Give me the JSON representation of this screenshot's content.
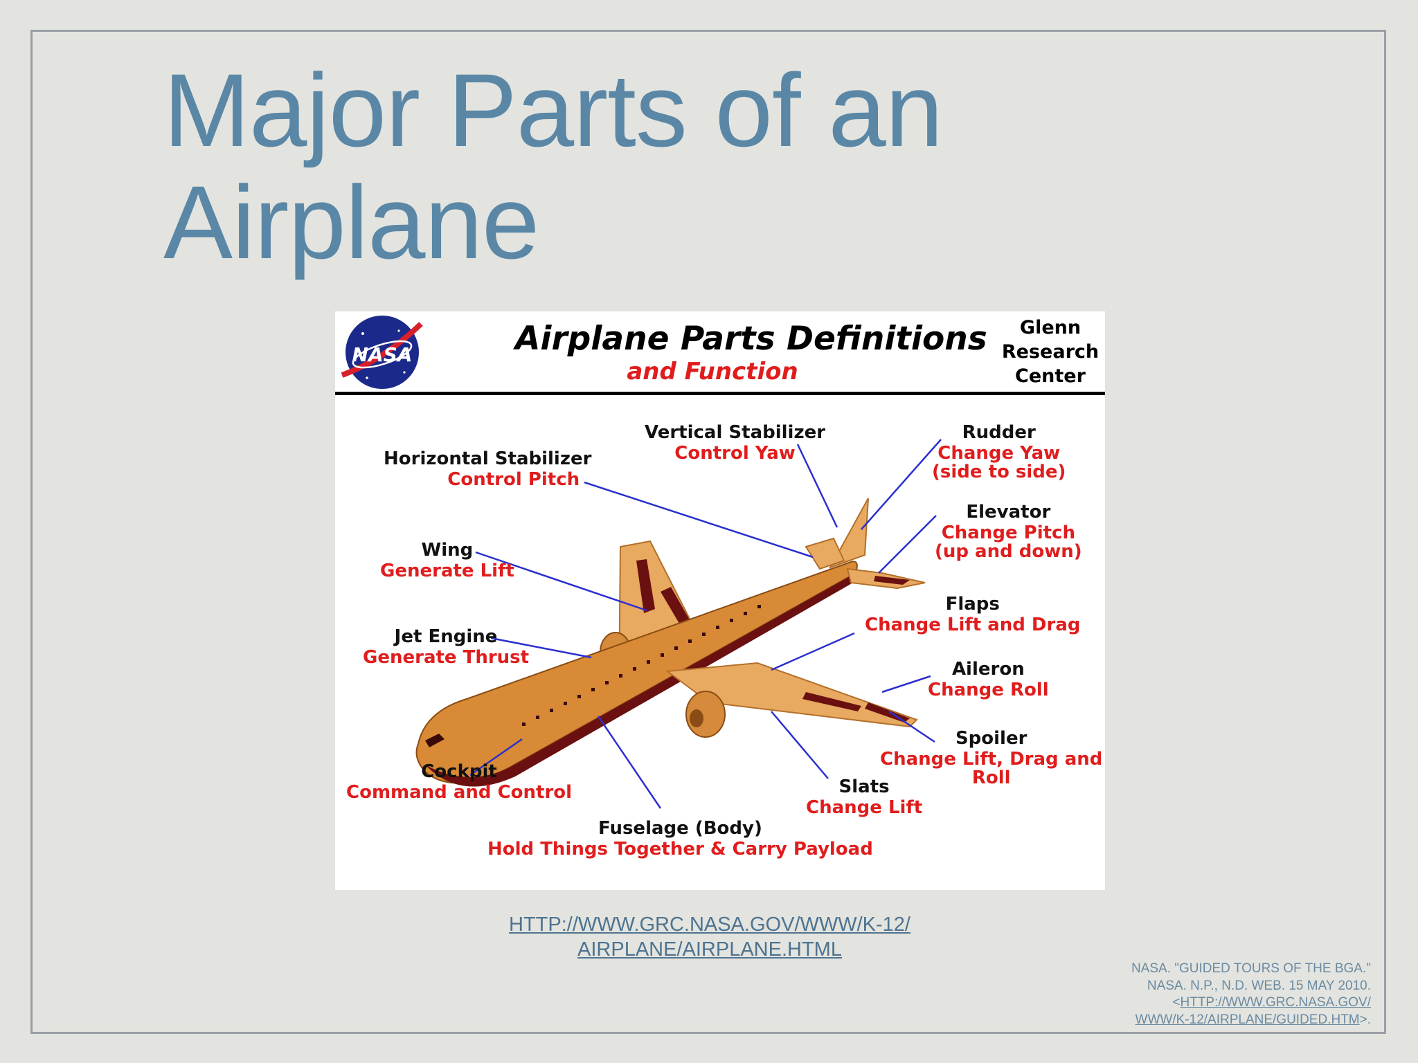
{
  "slide": {
    "title": "Major Parts of an\nAirplane",
    "source_link": "HTTP://WWW.GRC.NASA.GOV/WWW/K-12/\nAIRPLANE/AIRPLANE.HTML",
    "citation": {
      "line1": "NASA. \"GUIDED TOURS OF THE BGA.\"",
      "line2": "NASA. N.P., N.D. WEB. 15 MAY 2010.",
      "line3_prefix": "<",
      "line3_link": "HTTP://WWW.GRC.NASA.GOV/",
      "line4_link": "WWW/K-12/AIRPLANE/GUIDED.HTM",
      "line4_suffix": ">."
    }
  },
  "diagram": {
    "logo_text": "NASA",
    "title": "Airplane  Parts  Definitions",
    "subtitle": "and  Function",
    "org": "Glenn\nResearch\nCenter",
    "colors": {
      "name": "#111111",
      "function": "#e01d1d",
      "leader": "#2a2fd0",
      "airframe": "#e2a05a",
      "control_surface": "#6b1010"
    },
    "parts": [
      {
        "id": "horizontal-stabilizer",
        "name": "Horizontal  Stabilizer",
        "function": "Control  Pitch"
      },
      {
        "id": "vertical-stabilizer",
        "name": "Vertical  Stabilizer",
        "function": "Control  Yaw"
      },
      {
        "id": "rudder",
        "name": "Rudder",
        "function": "Change  Yaw",
        "function2": "(side to side)"
      },
      {
        "id": "elevator",
        "name": "Elevator",
        "function": "Change  Pitch",
        "function2": "(up  and  down)"
      },
      {
        "id": "wing",
        "name": "Wing",
        "function": "Generate  Lift"
      },
      {
        "id": "flaps",
        "name": "Flaps",
        "function": "Change  Lift  and  Drag"
      },
      {
        "id": "jet-engine",
        "name": "Jet  Engine",
        "function": "Generate  Thrust"
      },
      {
        "id": "aileron",
        "name": "Aileron",
        "function": "Change  Roll"
      },
      {
        "id": "spoiler",
        "name": "Spoiler",
        "function": "Change  Lift, Drag  and",
        "function2": "Roll"
      },
      {
        "id": "cockpit",
        "name": "Cockpit",
        "function": "Command  and  Control"
      },
      {
        "id": "slats",
        "name": "Slats",
        "function": "Change  Lift"
      },
      {
        "id": "fuselage",
        "name": "Fuselage  (Body)",
        "function": "Hold  Things Together  &  Carry  Payload"
      }
    ]
  }
}
